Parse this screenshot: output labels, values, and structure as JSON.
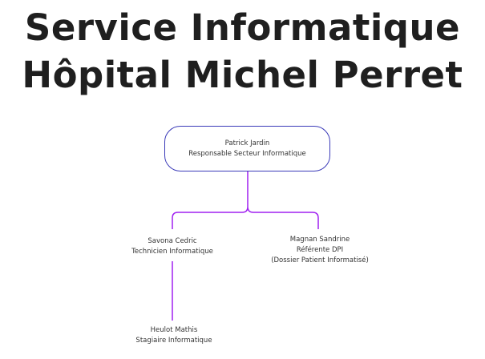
{
  "title": {
    "line1": "Service Informatique",
    "line2": "Hôpital Michel Perret"
  },
  "org": {
    "root": {
      "name": "Patrick Jardin",
      "role": "Responsable Secteur Informatique"
    },
    "left": {
      "name": "Savona Cedric",
      "role": "Technicien Informatique"
    },
    "right": {
      "name": "Magnan Sandrine",
      "role": "Référente DPI",
      "role_detail": "(Dossier Patient Informatisé)"
    },
    "bottom": {
      "name": "Heulot Mathis",
      "role": "Stagiaire Informatique"
    }
  },
  "colors": {
    "box_border": "#3a3ab8",
    "connector": "#a020f0"
  }
}
